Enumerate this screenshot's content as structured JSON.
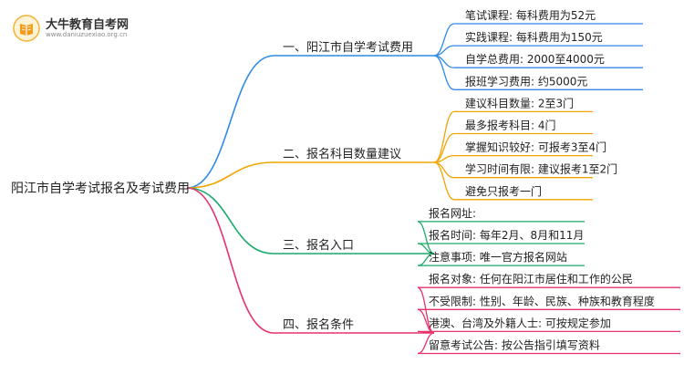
{
  "logo": {
    "name": "大牛教育自考网",
    "url": "www.daniuzuexiao.org.cn"
  },
  "mindmap": {
    "root": "阳江市自学考试报名及考试费用",
    "branches": [
      {
        "label": "一、阳江市自学考试费用",
        "color": "#2f8ae6",
        "items": [
          "笔试课程: 每科费用为52元",
          "实践课程: 每科费用为150元",
          "自学总费用: 2000至4000元",
          "报班学习费用: 约5000元"
        ]
      },
      {
        "label": "二、报名科目数量建议",
        "color": "#f0a500",
        "items": [
          "建议科目数量: 2至3门",
          "最多报考科目: 4门",
          "掌握知识较好: 可报考3至4门",
          "学习时间有限: 建议报考1至2门",
          "避免只报考一门"
        ]
      },
      {
        "label": "三、报名入口",
        "color": "#1aaa6a",
        "items": [
          "报名网址:",
          "报名时间: 每年2月、8月和11月",
          "注意事项: 唯一官方报名网站"
        ]
      },
      {
        "label": "四、报名条件",
        "color": "#e8336a",
        "items": [
          "报名对象: 任何在阳江市居住和工作的公民",
          "不受限制: 性别、年龄、民族、种族和教育程度",
          "港澳、台湾及外籍人士: 可按规定参加",
          "留意考试公告: 按公告指引填写资料"
        ]
      }
    ]
  }
}
